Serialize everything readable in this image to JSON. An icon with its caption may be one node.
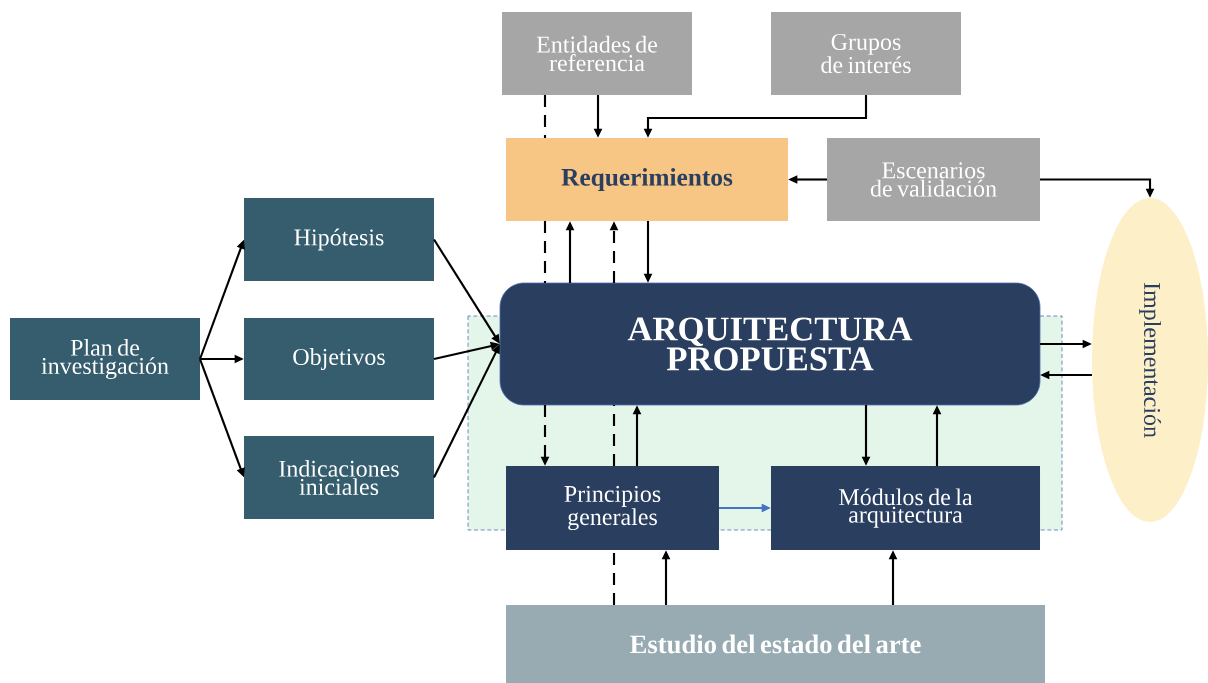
{
  "diagram": {
    "nodes": [
      {
        "text": [
          "Plan de investigación"
        ]
      },
      {
        "text": [
          "Hipótesis"
        ]
      },
      {
        "text": [
          "Objetivos"
        ]
      },
      {
        "text": [
          "Indicaciones iniciales"
        ]
      },
      {
        "text": [
          "Entidades de referencia"
        ]
      },
      {
        "text": [
          "Grupos de interés"
        ]
      },
      {
        "text": [
          "Requerimientos"
        ]
      },
      {
        "text": [
          "Escenarios de validación"
        ]
      },
      {
        "text": [
          "Implementación"
        ]
      },
      {
        "text": [
          "ARQUITECTURA PROPUESTA"
        ]
      },
      {
        "text": [
          "Principios generales"
        ]
      },
      {
        "text": [
          "Módulos de la arquitectura"
        ]
      },
      {
        "text": [
          "Estudio del estado del arte"
        ]
      }
    ],
    "edges": [
      {
        "from": 0,
        "to": 1,
        "arrow": "to"
      },
      {
        "from": 0,
        "to": 2,
        "arrow": "to"
      },
      {
        "from": 0,
        "to": 3,
        "arrow": "to"
      },
      {
        "from": 1,
        "to": 9,
        "arrow": "to"
      },
      {
        "from": 2,
        "to": 9,
        "arrow": "to"
      },
      {
        "from": 3,
        "to": 9,
        "arrow": "to"
      },
      {
        "from": 4,
        "to": 6,
        "arrow": "to"
      },
      {
        "from": 5,
        "to": 6,
        "arrow": "to"
      },
      {
        "from": 7,
        "to": 6,
        "arrow": "to"
      },
      {
        "from": 7,
        "to": 8,
        "arrow": "to"
      },
      {
        "from": 4,
        "to": 6,
        "arrow": "none",
        "style": "dashed"
      },
      {
        "from": 6,
        "to": 9,
        "arrow": "none",
        "style": "dashed"
      },
      {
        "from": 9,
        "to": 10,
        "arrow": "to",
        "style": "dashed"
      },
      {
        "from": 9,
        "to": 6,
        "arrow": "to"
      },
      {
        "from": 12,
        "to": 10,
        "arrow": "none",
        "style": "dashed"
      },
      {
        "from": 10,
        "to": 9,
        "arrow": "none",
        "style": "dashed"
      },
      {
        "from": 9,
        "to": 6,
        "arrow": "to",
        "style": "dashed"
      },
      {
        "from": 6,
        "to": 9,
        "arrow": "to"
      },
      {
        "from": 10,
        "to": 9,
        "arrow": "to"
      },
      {
        "from": 9,
        "to": 11,
        "arrow": "to"
      },
      {
        "from": 11,
        "to": 9,
        "arrow": "to"
      },
      {
        "from": 10,
        "to": 11,
        "arrow": "to",
        "color": "#4472c4"
      },
      {
        "from": 12,
        "to": 10,
        "arrow": "to"
      },
      {
        "from": 12,
        "to": 11,
        "arrow": "to"
      },
      {
        "from": 9,
        "to": 8,
        "arrow": "to"
      },
      {
        "from": 8,
        "to": 9,
        "arrow": "to"
      }
    ]
  }
}
